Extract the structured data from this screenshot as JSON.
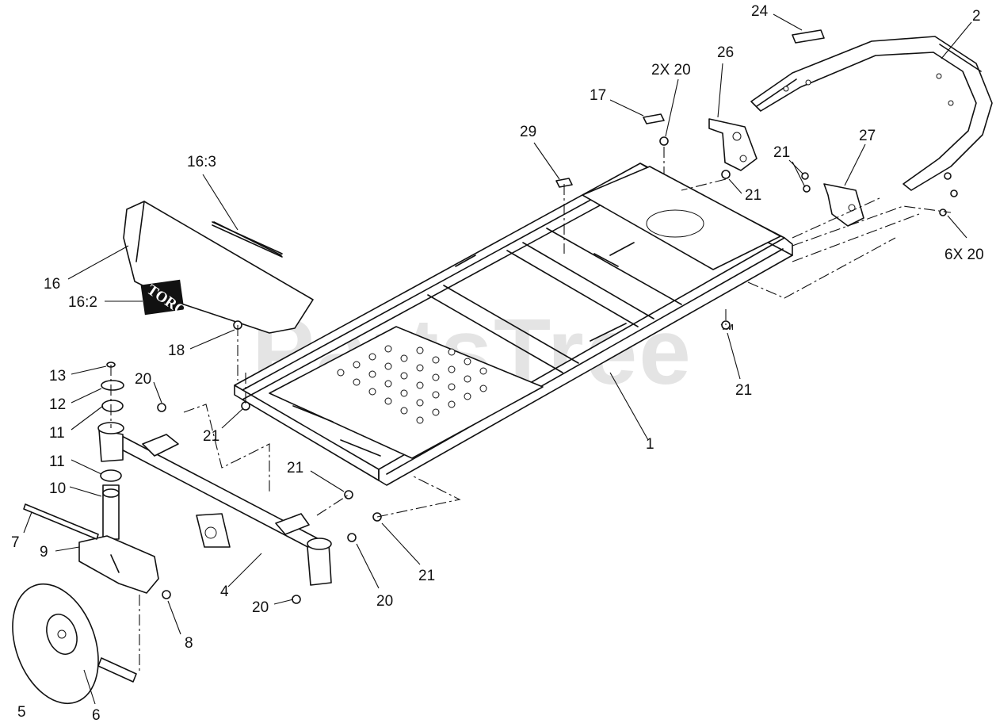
{
  "watermark": "PartsTree",
  "watermark_mark": "™",
  "logo_text": "TORO",
  "callouts": [
    {
      "id": "c1",
      "text": "1"
    },
    {
      "id": "c2",
      "text": "2"
    },
    {
      "id": "c4",
      "text": "4"
    },
    {
      "id": "c5",
      "text": "5"
    },
    {
      "id": "c6",
      "text": "6"
    },
    {
      "id": "c7",
      "text": "7"
    },
    {
      "id": "c8",
      "text": "8"
    },
    {
      "id": "c9",
      "text": "9"
    },
    {
      "id": "c10",
      "text": "10"
    },
    {
      "id": "c11a",
      "text": "11"
    },
    {
      "id": "c11b",
      "text": "11"
    },
    {
      "id": "c12",
      "text": "12"
    },
    {
      "id": "c13",
      "text": "13"
    },
    {
      "id": "c16",
      "text": "16"
    },
    {
      "id": "c16_2",
      "text": "16:2"
    },
    {
      "id": "c16_3",
      "text": "16:3"
    },
    {
      "id": "c17",
      "text": "17"
    },
    {
      "id": "c18",
      "text": "18"
    },
    {
      "id": "c20a",
      "text": "20"
    },
    {
      "id": "c20b",
      "text": "20"
    },
    {
      "id": "c20c",
      "text": "20"
    },
    {
      "id": "c2x20",
      "text": "2X 20"
    },
    {
      "id": "c6x20",
      "text": "6X 20"
    },
    {
      "id": "c21a",
      "text": "21"
    },
    {
      "id": "c21b",
      "text": "21"
    },
    {
      "id": "c21c",
      "text": "21"
    },
    {
      "id": "c21d",
      "text": "21"
    },
    {
      "id": "c21e",
      "text": "21"
    },
    {
      "id": "c21f",
      "text": "21"
    },
    {
      "id": "c24",
      "text": "24"
    },
    {
      "id": "c26",
      "text": "26"
    },
    {
      "id": "c27",
      "text": "27"
    },
    {
      "id": "c29",
      "text": "29"
    }
  ]
}
